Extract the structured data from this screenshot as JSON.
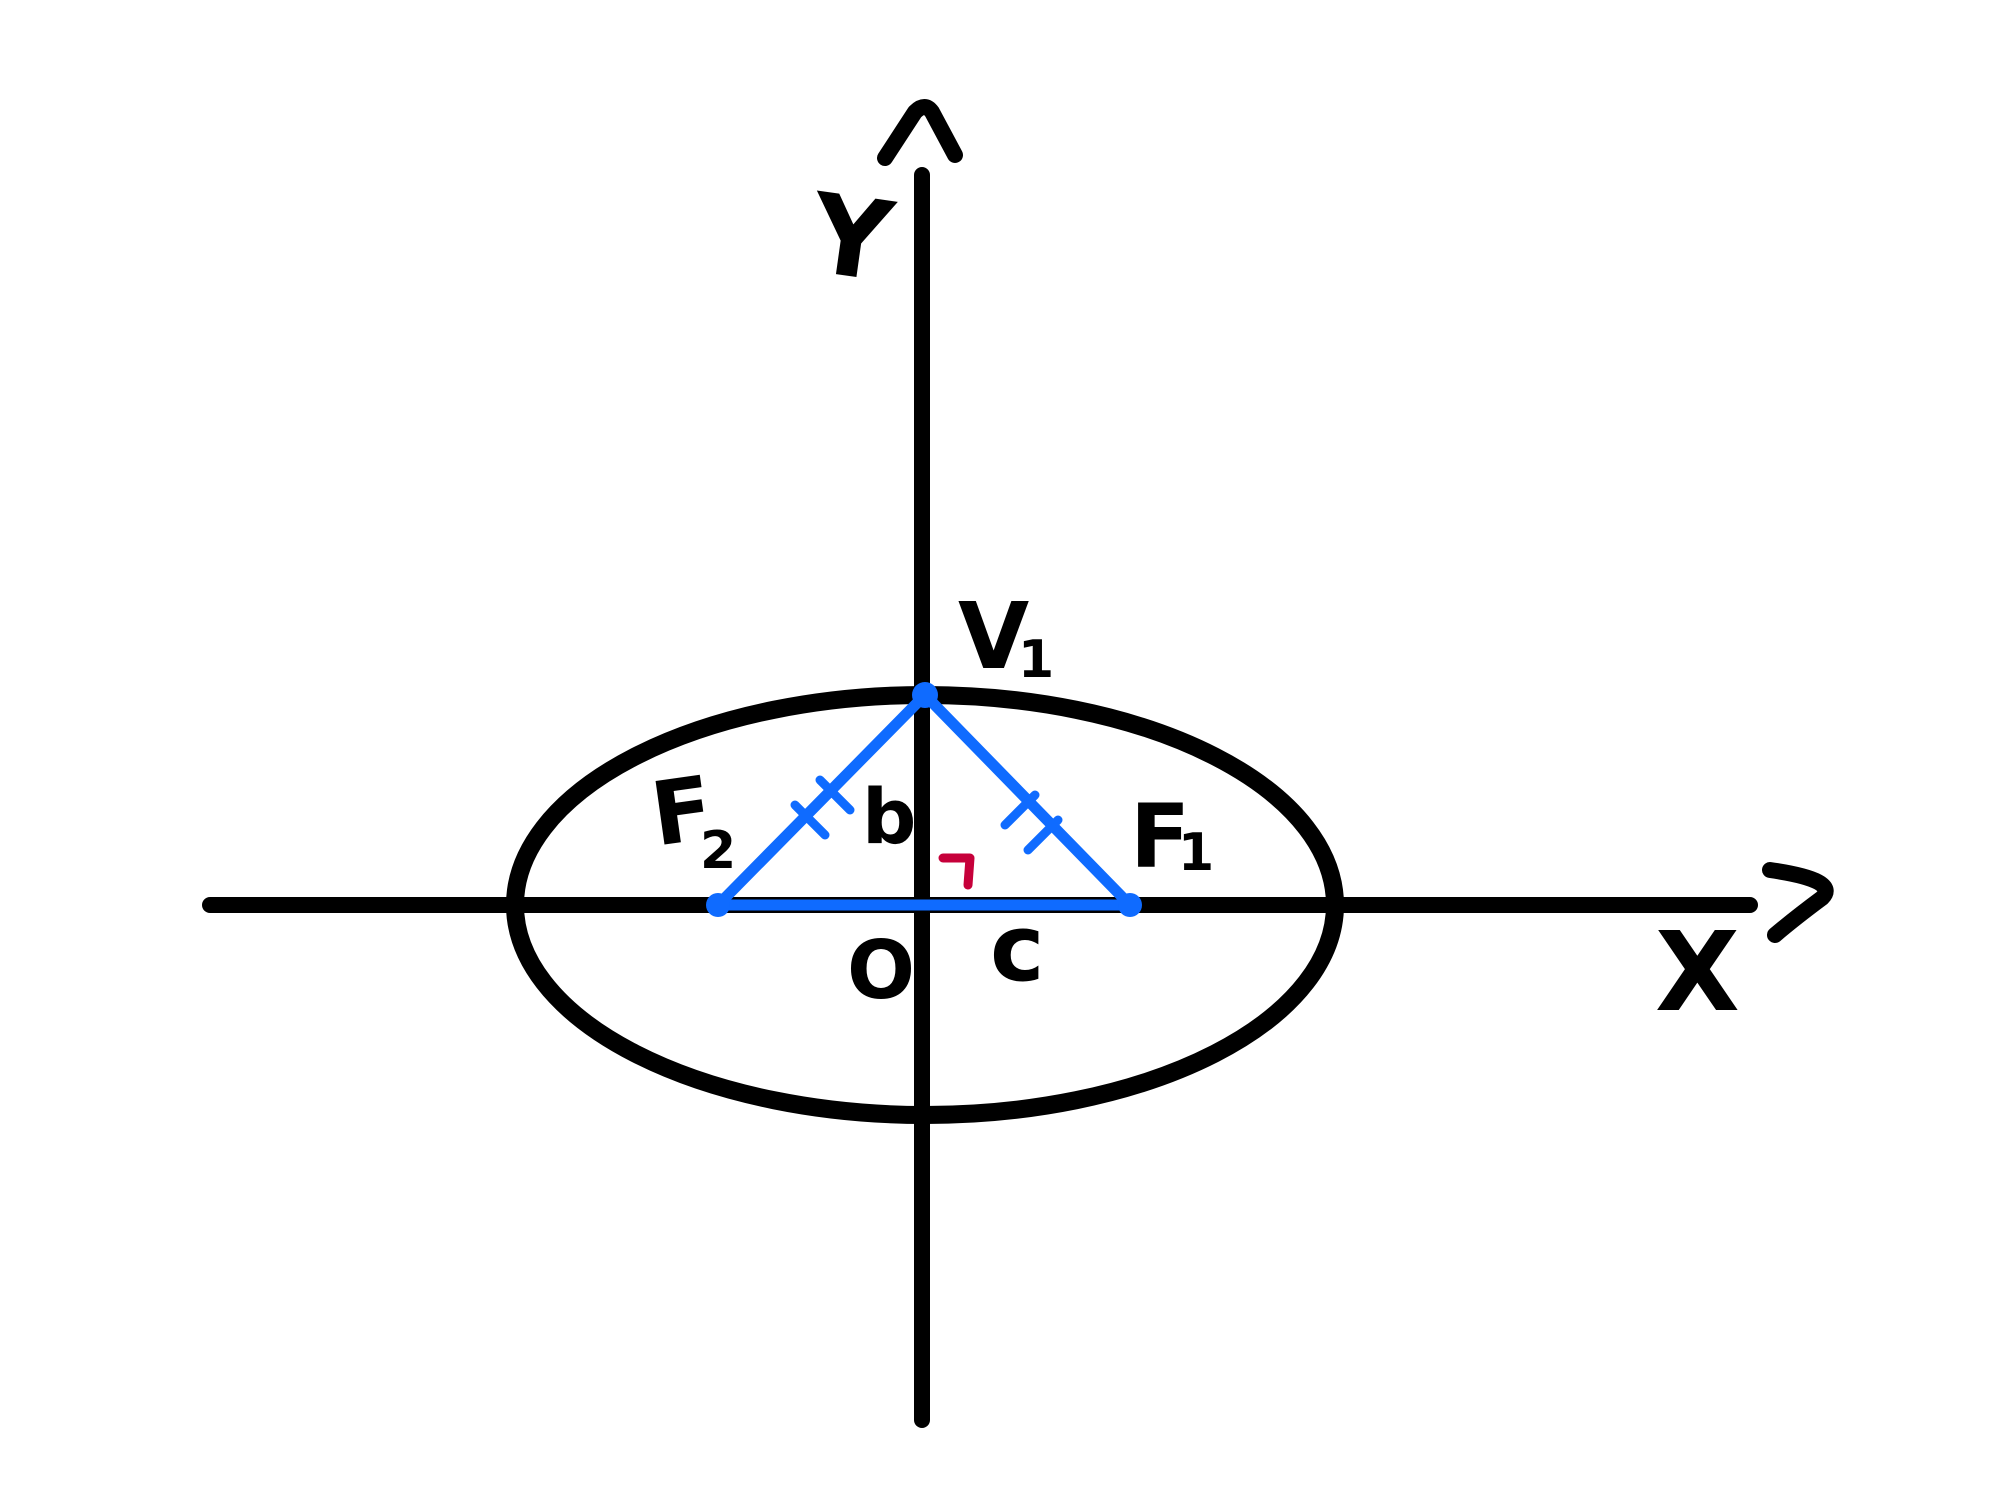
{
  "labels": {
    "y_axis": "Y",
    "x_axis": "X",
    "vertex": "V",
    "vertex_subscript": "1",
    "focus_left": "F",
    "focus_left_subscript": "2",
    "focus_right": "F",
    "focus_right_subscript": "1",
    "origin": "O",
    "segment_b": "b",
    "segment_c": "c"
  },
  "colors": {
    "axes": "#000000",
    "ellipse": "#000000",
    "triangle": "#0f6bff",
    "right_angle": "#c6003a"
  },
  "icons": {
    "right_angle_marker": "right-angle-marker",
    "tick_marks": "double-tick-marks"
  }
}
